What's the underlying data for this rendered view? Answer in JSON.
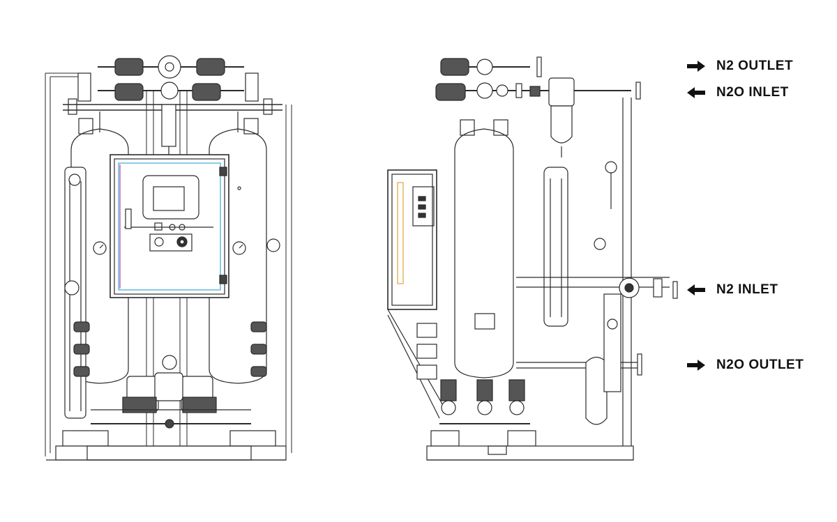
{
  "labels": {
    "n2_outlet": "N2 OUTLET",
    "n2o_inlet": "N2O INLET",
    "n2_inlet": "N2 INLET",
    "n2o_outlet": "N2O OUTLET"
  },
  "colors": {
    "line": "#2a2a2a",
    "panel_blue": "#3fa7d6",
    "panel_magenta": "#b0479e",
    "panel_orange": "#e3a33b"
  },
  "icons": {
    "outlet_arrow": "arrow-right-icon",
    "inlet_arrow": "arrow-left-icon"
  }
}
